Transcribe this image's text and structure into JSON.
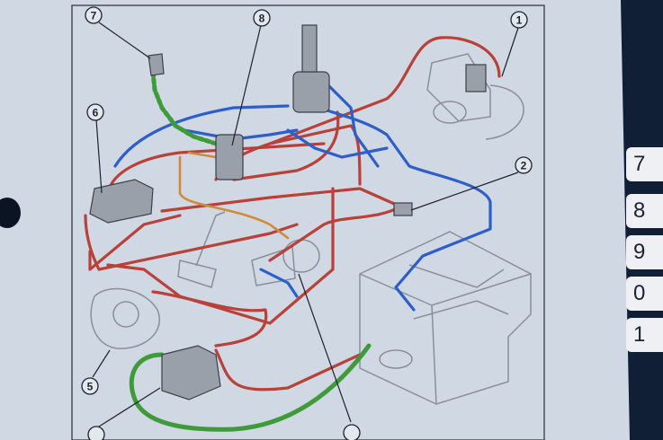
{
  "diagram": {
    "callouts": [
      {
        "id": "1",
        "label": "1"
      },
      {
        "id": "2",
        "label": "2"
      },
      {
        "id": "3",
        "label": ""
      },
      {
        "id": "4",
        "label": ""
      },
      {
        "id": "5",
        "label": "5"
      },
      {
        "id": "6",
        "label": "6"
      },
      {
        "id": "7",
        "label": "7"
      },
      {
        "id": "8",
        "label": "8"
      }
    ],
    "line_colors": {
      "red": "#b8413a",
      "blue": "#2e5fc8",
      "green": "#3f9a3a",
      "orange": "#d08a3a",
      "outline": "#8a8f98"
    }
  },
  "page_tabs": [
    "7",
    "8",
    "9",
    "0",
    "1"
  ]
}
